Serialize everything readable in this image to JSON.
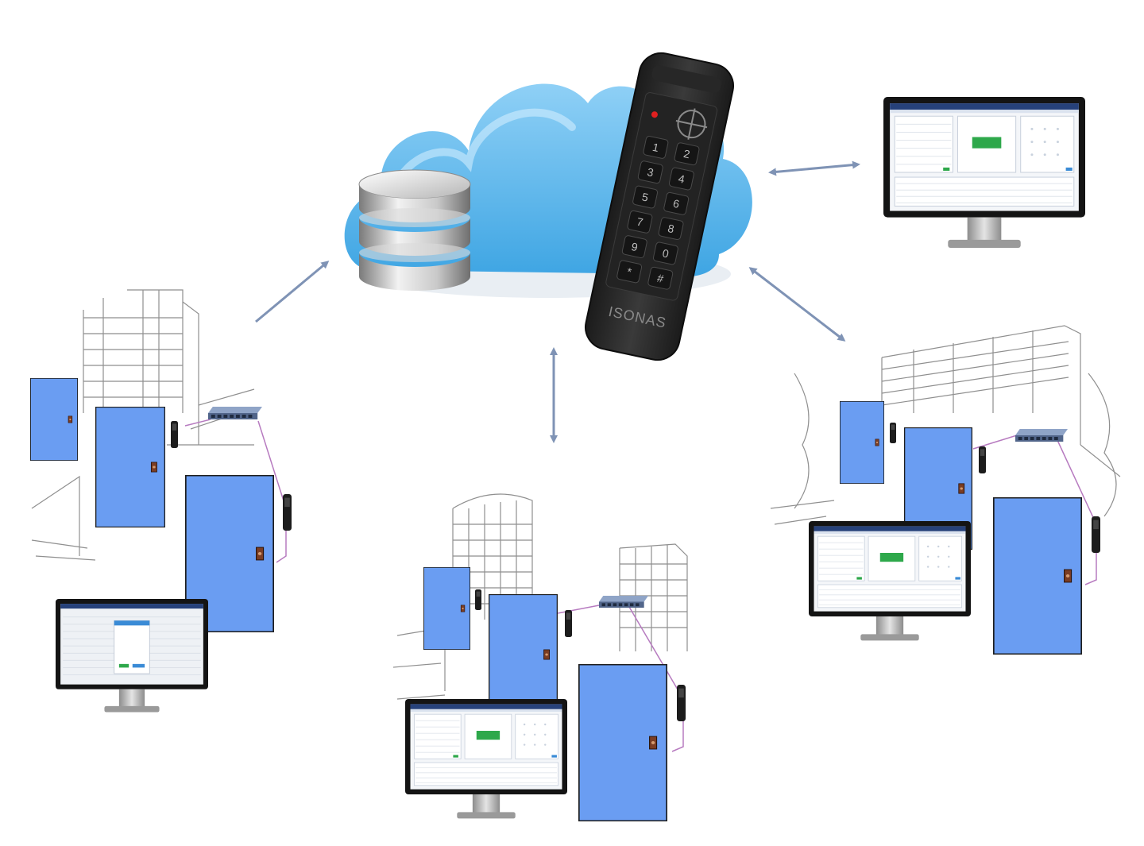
{
  "reader": {
    "brand": "ISONAS",
    "keys": [
      "1",
      "2",
      "3",
      "4",
      "5",
      "6",
      "7",
      "8",
      "9",
      "0",
      "*",
      "#"
    ],
    "status_led_color": "#e02020"
  },
  "colors": {
    "cloud": "#5fb8ec",
    "cloud_light": "#b9e2fb",
    "door_fill": "#6a9df2",
    "door_border": "#1d1d1d",
    "door_shadow": "#cfdff5",
    "arrow": "#7f93b5",
    "monitor_bezel": "#141414",
    "screen_button": "#2ea84b",
    "switch_body": "#5b6f93",
    "cable": "#b77bc0"
  },
  "icons": {
    "database": "database-icon",
    "cloud": "cloud-icon",
    "reader": "keypad-reader-icon",
    "door": "door-icon",
    "switch": "network-switch-icon",
    "monitor": "monitor-icon",
    "building": "building-sketch-icon",
    "arrow": "double-arrow-icon"
  }
}
